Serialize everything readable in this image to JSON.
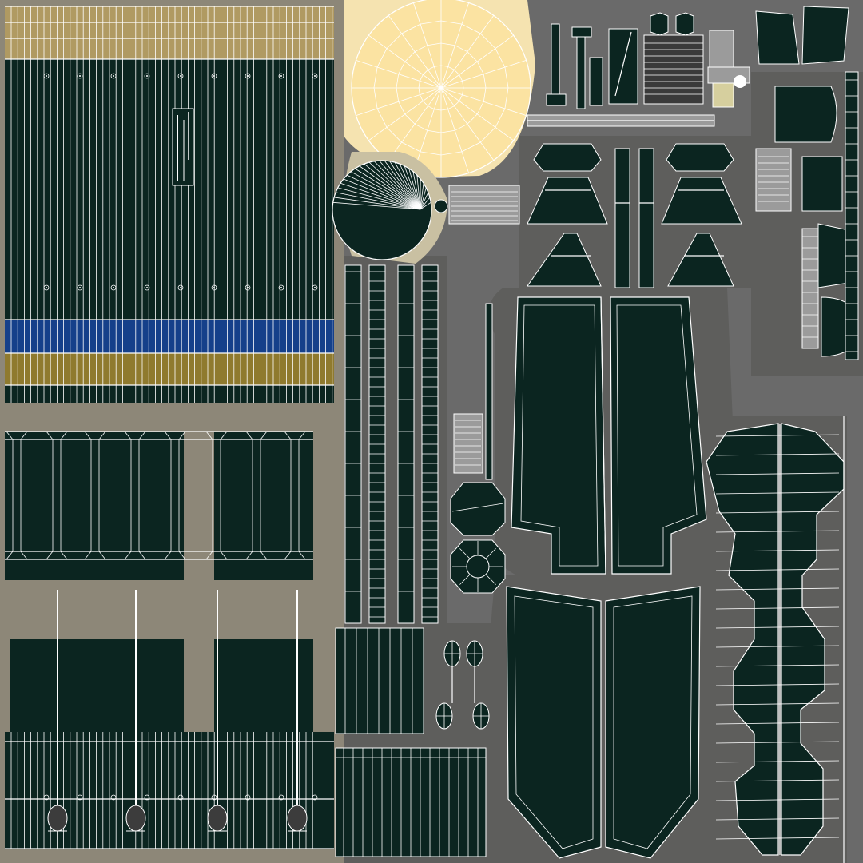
{
  "texture": {
    "colors": {
      "background": "#6a6a6a",
      "shell_dark": "#0b2520",
      "tan_band": "#b09a62",
      "blue_band": "#15408a",
      "olive_band": "#8f7a2e",
      "sphere": "#fbe3a2",
      "halo": "#f5e3b0",
      "beige_frame": "#8d8778",
      "wireframe": "#ffffff"
    },
    "islands": [
      "main-body-shell",
      "sphere-dome",
      "fan-disc",
      "hardware-parts",
      "pod-panels",
      "large-fins",
      "lower-panels",
      "zigzag-strip",
      "cylinder-strips",
      "side-plates"
    ]
  }
}
